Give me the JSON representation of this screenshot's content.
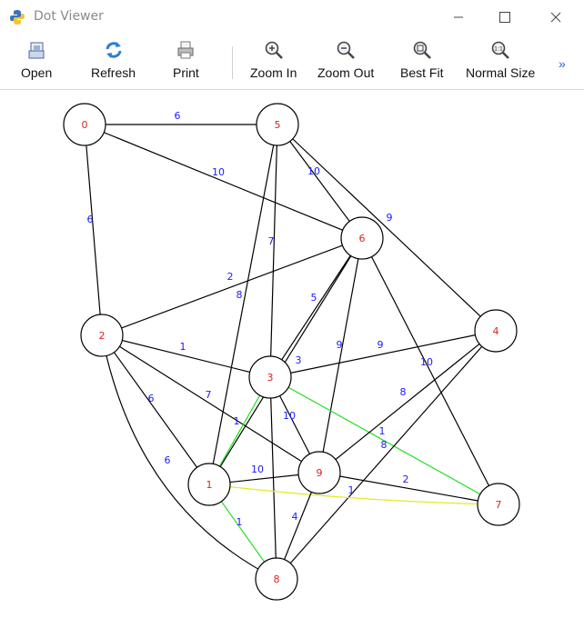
{
  "window": {
    "title": "Dot Viewer",
    "icon": "python-icon"
  },
  "toolbar": {
    "buttons": [
      {
        "label": "Open",
        "icon": "open-icon"
      },
      {
        "label": "Refresh",
        "icon": "refresh-icon"
      },
      {
        "label": "Print",
        "icon": "print-icon"
      },
      {
        "label": "Zoom In",
        "icon": "zoom-in-icon"
      },
      {
        "label": "Zoom Out",
        "icon": "zoom-out-icon"
      },
      {
        "label": "Best Fit",
        "icon": "best-fit-icon"
      },
      {
        "label": "Normal Size",
        "icon": "normal-size-icon"
      }
    ],
    "overflow": "»"
  },
  "graph": {
    "nodes": [
      "0",
      "1",
      "2",
      "3",
      "4",
      "5",
      "6",
      "7",
      "8",
      "9"
    ],
    "edges": [
      {
        "from": "0",
        "to": "5",
        "weight": "6",
        "color": "#000000"
      },
      {
        "from": "0",
        "to": "6",
        "weight": "10",
        "color": "#000000"
      },
      {
        "from": "0",
        "to": "2",
        "weight": "6",
        "color": "#000000"
      },
      {
        "from": "5",
        "to": "6",
        "weight": "10",
        "color": "#000000"
      },
      {
        "from": "5",
        "to": "4",
        "weight": "9",
        "color": "#000000"
      },
      {
        "from": "5",
        "to": "3",
        "weight": "7",
        "color": "#000000"
      },
      {
        "from": "5",
        "to": "1",
        "weight": "8",
        "color": "#000000"
      },
      {
        "from": "2",
        "to": "6",
        "weight": "2",
        "color": "#000000"
      },
      {
        "from": "2",
        "to": "3",
        "weight": "1",
        "color": "#000000"
      },
      {
        "from": "2",
        "to": "1",
        "weight": "6",
        "color": "#000000"
      },
      {
        "from": "2",
        "to": "9",
        "weight": "7",
        "color": "#000000"
      },
      {
        "from": "2",
        "to": "8",
        "weight": "6",
        "color": "#000000"
      },
      {
        "from": "6",
        "to": "3",
        "weight": "5",
        "color": "#000000"
      },
      {
        "from": "6",
        "to": "1",
        "weight": "9",
        "color": "#000000"
      },
      {
        "from": "6",
        "to": "9",
        "weight": "3",
        "color": "#000000"
      },
      {
        "from": "6",
        "to": "7",
        "weight": "10",
        "color": "#000000"
      },
      {
        "from": "3",
        "to": "4",
        "weight": "9",
        "color": "#000000"
      },
      {
        "from": "3",
        "to": "1",
        "weight": "1",
        "color": "#22dd22"
      },
      {
        "from": "3",
        "to": "9",
        "weight": "10",
        "color": "#000000"
      },
      {
        "from": "3",
        "to": "7",
        "weight": "1",
        "color": "#22dd22"
      },
      {
        "from": "3",
        "to": "8",
        "weight": "",
        "color": "#000000"
      },
      {
        "from": "4",
        "to": "9",
        "weight": "8",
        "color": "#000000"
      },
      {
        "from": "4",
        "to": "8",
        "weight": "8",
        "color": "#000000"
      },
      {
        "from": "1",
        "to": "9",
        "weight": "10",
        "color": "#000000"
      },
      {
        "from": "1",
        "to": "7",
        "weight": "1",
        "color": "#e8e822"
      },
      {
        "from": "1",
        "to": "8",
        "weight": "1",
        "color": "#22dd22"
      },
      {
        "from": "9",
        "to": "7",
        "weight": "2",
        "color": "#000000"
      },
      {
        "from": "9",
        "to": "8",
        "weight": "4",
        "color": "#000000"
      }
    ]
  }
}
